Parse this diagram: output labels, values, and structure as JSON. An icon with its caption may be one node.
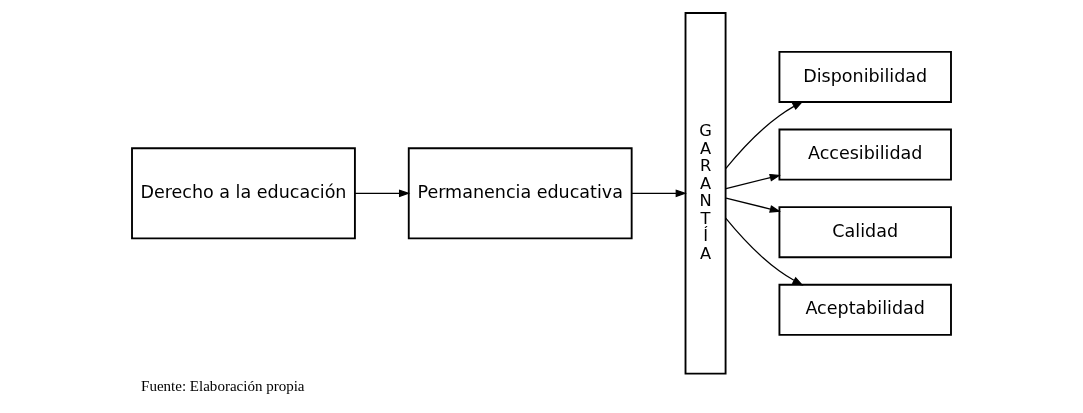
{
  "diagram": {
    "caption": "Fuente: Elaboración propia",
    "nodes": [
      {
        "text": [
          "Derecho a la educación"
        ]
      },
      {
        "text": [
          "Permanencia educativa"
        ]
      },
      {
        "text": [
          "G A R A N T Í A"
        ]
      },
      {
        "text": [
          "Disponibilidad"
        ]
      },
      {
        "text": [
          "Accesibilidad"
        ]
      },
      {
        "text": [
          "Calidad"
        ]
      },
      {
        "text": [
          "Aceptabilidad"
        ]
      }
    ],
    "edges": [
      {
        "from": 0,
        "to": 1,
        "arrow": "to"
      },
      {
        "from": 1,
        "to": 2,
        "arrow": "to"
      },
      {
        "from": 2,
        "to": 3,
        "arrow": "to"
      },
      {
        "from": 2,
        "to": 4,
        "arrow": "to"
      },
      {
        "from": 2,
        "to": 5,
        "arrow": "to"
      },
      {
        "from": 2,
        "to": 6,
        "arrow": "to"
      }
    ]
  }
}
